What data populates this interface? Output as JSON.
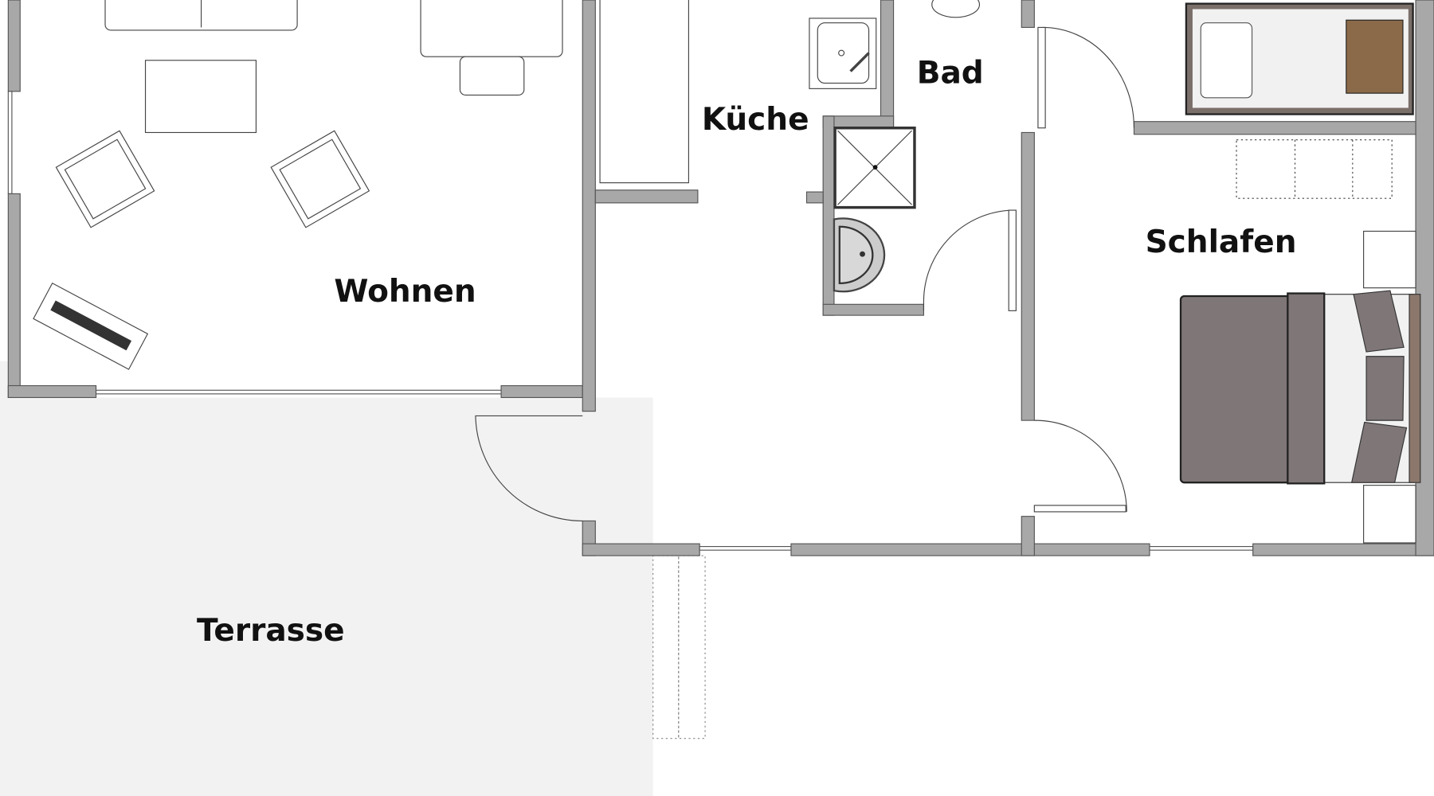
{
  "rooms": {
    "living": "Wohnen",
    "kitchen": "Küche",
    "bath": "Bad",
    "bedroom": "Schlafen",
    "terrace": "Terrasse"
  },
  "colors": {
    "wall": "#a8a8a8",
    "terrace": "#f2f2f2",
    "bed_cover": "#7f7677",
    "blanket": "#8b6a4a"
  }
}
